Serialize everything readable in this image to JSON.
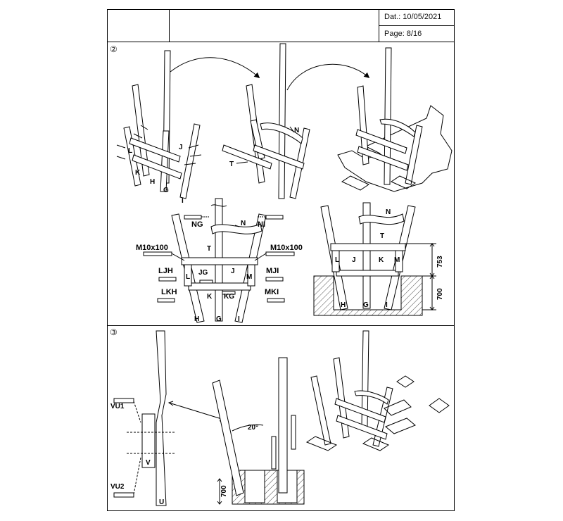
{
  "header": {
    "date": "Dat.: 10/05/2021",
    "page": "Page: 8/16"
  },
  "steps": [
    {
      "number": "②"
    },
    {
      "number": "③"
    }
  ],
  "step2": {
    "parts_iso": [
      "L",
      "K",
      "H",
      "G",
      "J",
      "I",
      "T",
      "N"
    ],
    "front_view": {
      "bolts_left": [
        "NG",
        "M10x100",
        "LJH",
        "LKH"
      ],
      "bolts_right": [
        "NI",
        "M10x100",
        "MJI",
        "MKI"
      ],
      "members": [
        "N",
        "T",
        "J",
        "JG",
        "K",
        "KG",
        "L",
        "M"
      ],
      "posts": [
        "H",
        "G",
        "I"
      ]
    },
    "install_view": {
      "members": [
        "N",
        "T",
        "L",
        "J",
        "K",
        "M"
      ],
      "posts": [
        "H",
        "G",
        "I"
      ],
      "dimensions": [
        "753",
        "700"
      ]
    }
  },
  "step3": {
    "labels": [
      "VU1",
      "VU2",
      "V",
      "U"
    ],
    "angle": "20°",
    "depth": "700"
  }
}
